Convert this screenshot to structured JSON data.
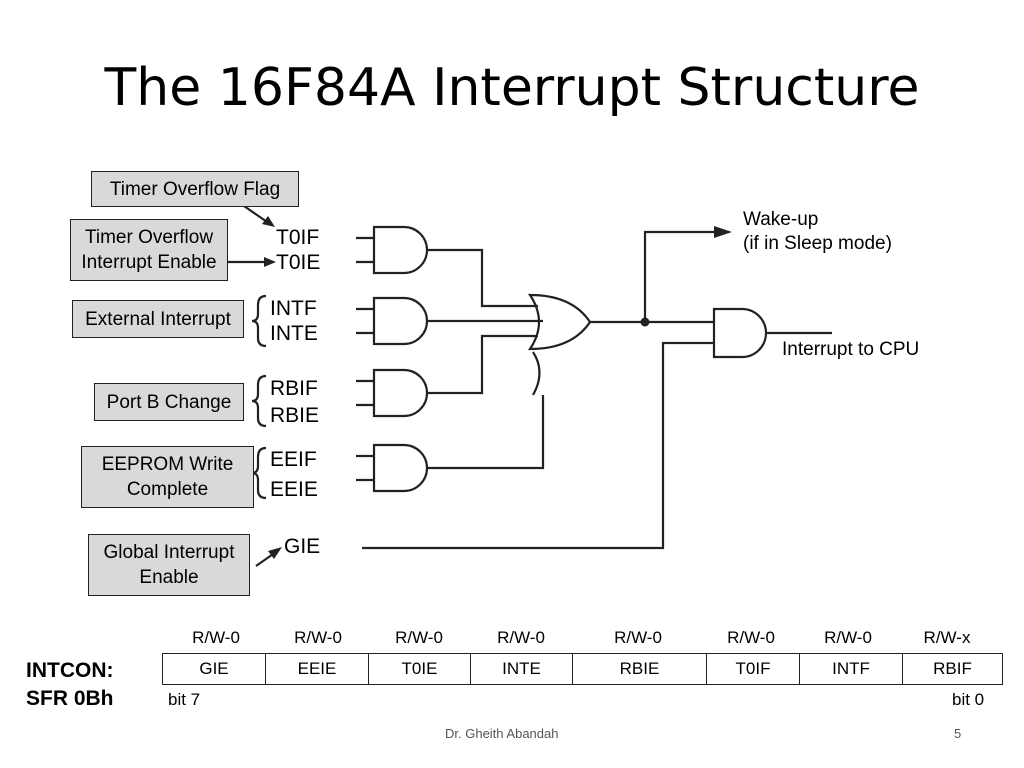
{
  "title": "The 16F84A Interrupt Structure",
  "boxes": {
    "timer_flag": "Timer Overflow Flag",
    "timer_enable_1": "Timer Overflow",
    "timer_enable_2": "Interrupt Enable",
    "external": "External Interrupt",
    "portb": "Port B Change",
    "eeprom_1": "EEPROM Write",
    "eeprom_2": "Complete",
    "gie_1": "Global Interrupt",
    "gie_2": "Enable"
  },
  "signals": {
    "t0if": "T0IF",
    "t0ie": "T0IE",
    "intf": "INTF",
    "inte": "INTE",
    "rbif": "RBIF",
    "rbie": "RBIE",
    "eeif": "EEIF",
    "eeie": "EEIE",
    "gie": "GIE"
  },
  "outputs": {
    "wakeup_1": "Wake-up",
    "wakeup_2": "(if in Sleep mode)",
    "cpu": "Interrupt to CPU"
  },
  "register": {
    "label_1": "INTCON:",
    "label_2": "SFR 0Bh",
    "access": [
      "R/W-0",
      "R/W-0",
      "R/W-0",
      "R/W-0",
      "R/W-0",
      "R/W-0",
      "R/W-0",
      "R/W-x"
    ],
    "bits": [
      "GIE",
      "EEIE",
      "T0IE",
      "INTE",
      "RBIE",
      "T0IF",
      "INTF",
      "RBIF"
    ],
    "bit_high": "bit 7",
    "bit_low": "bit 0"
  },
  "footer": {
    "author": "Dr. Gheith Abandah",
    "page": "5"
  }
}
